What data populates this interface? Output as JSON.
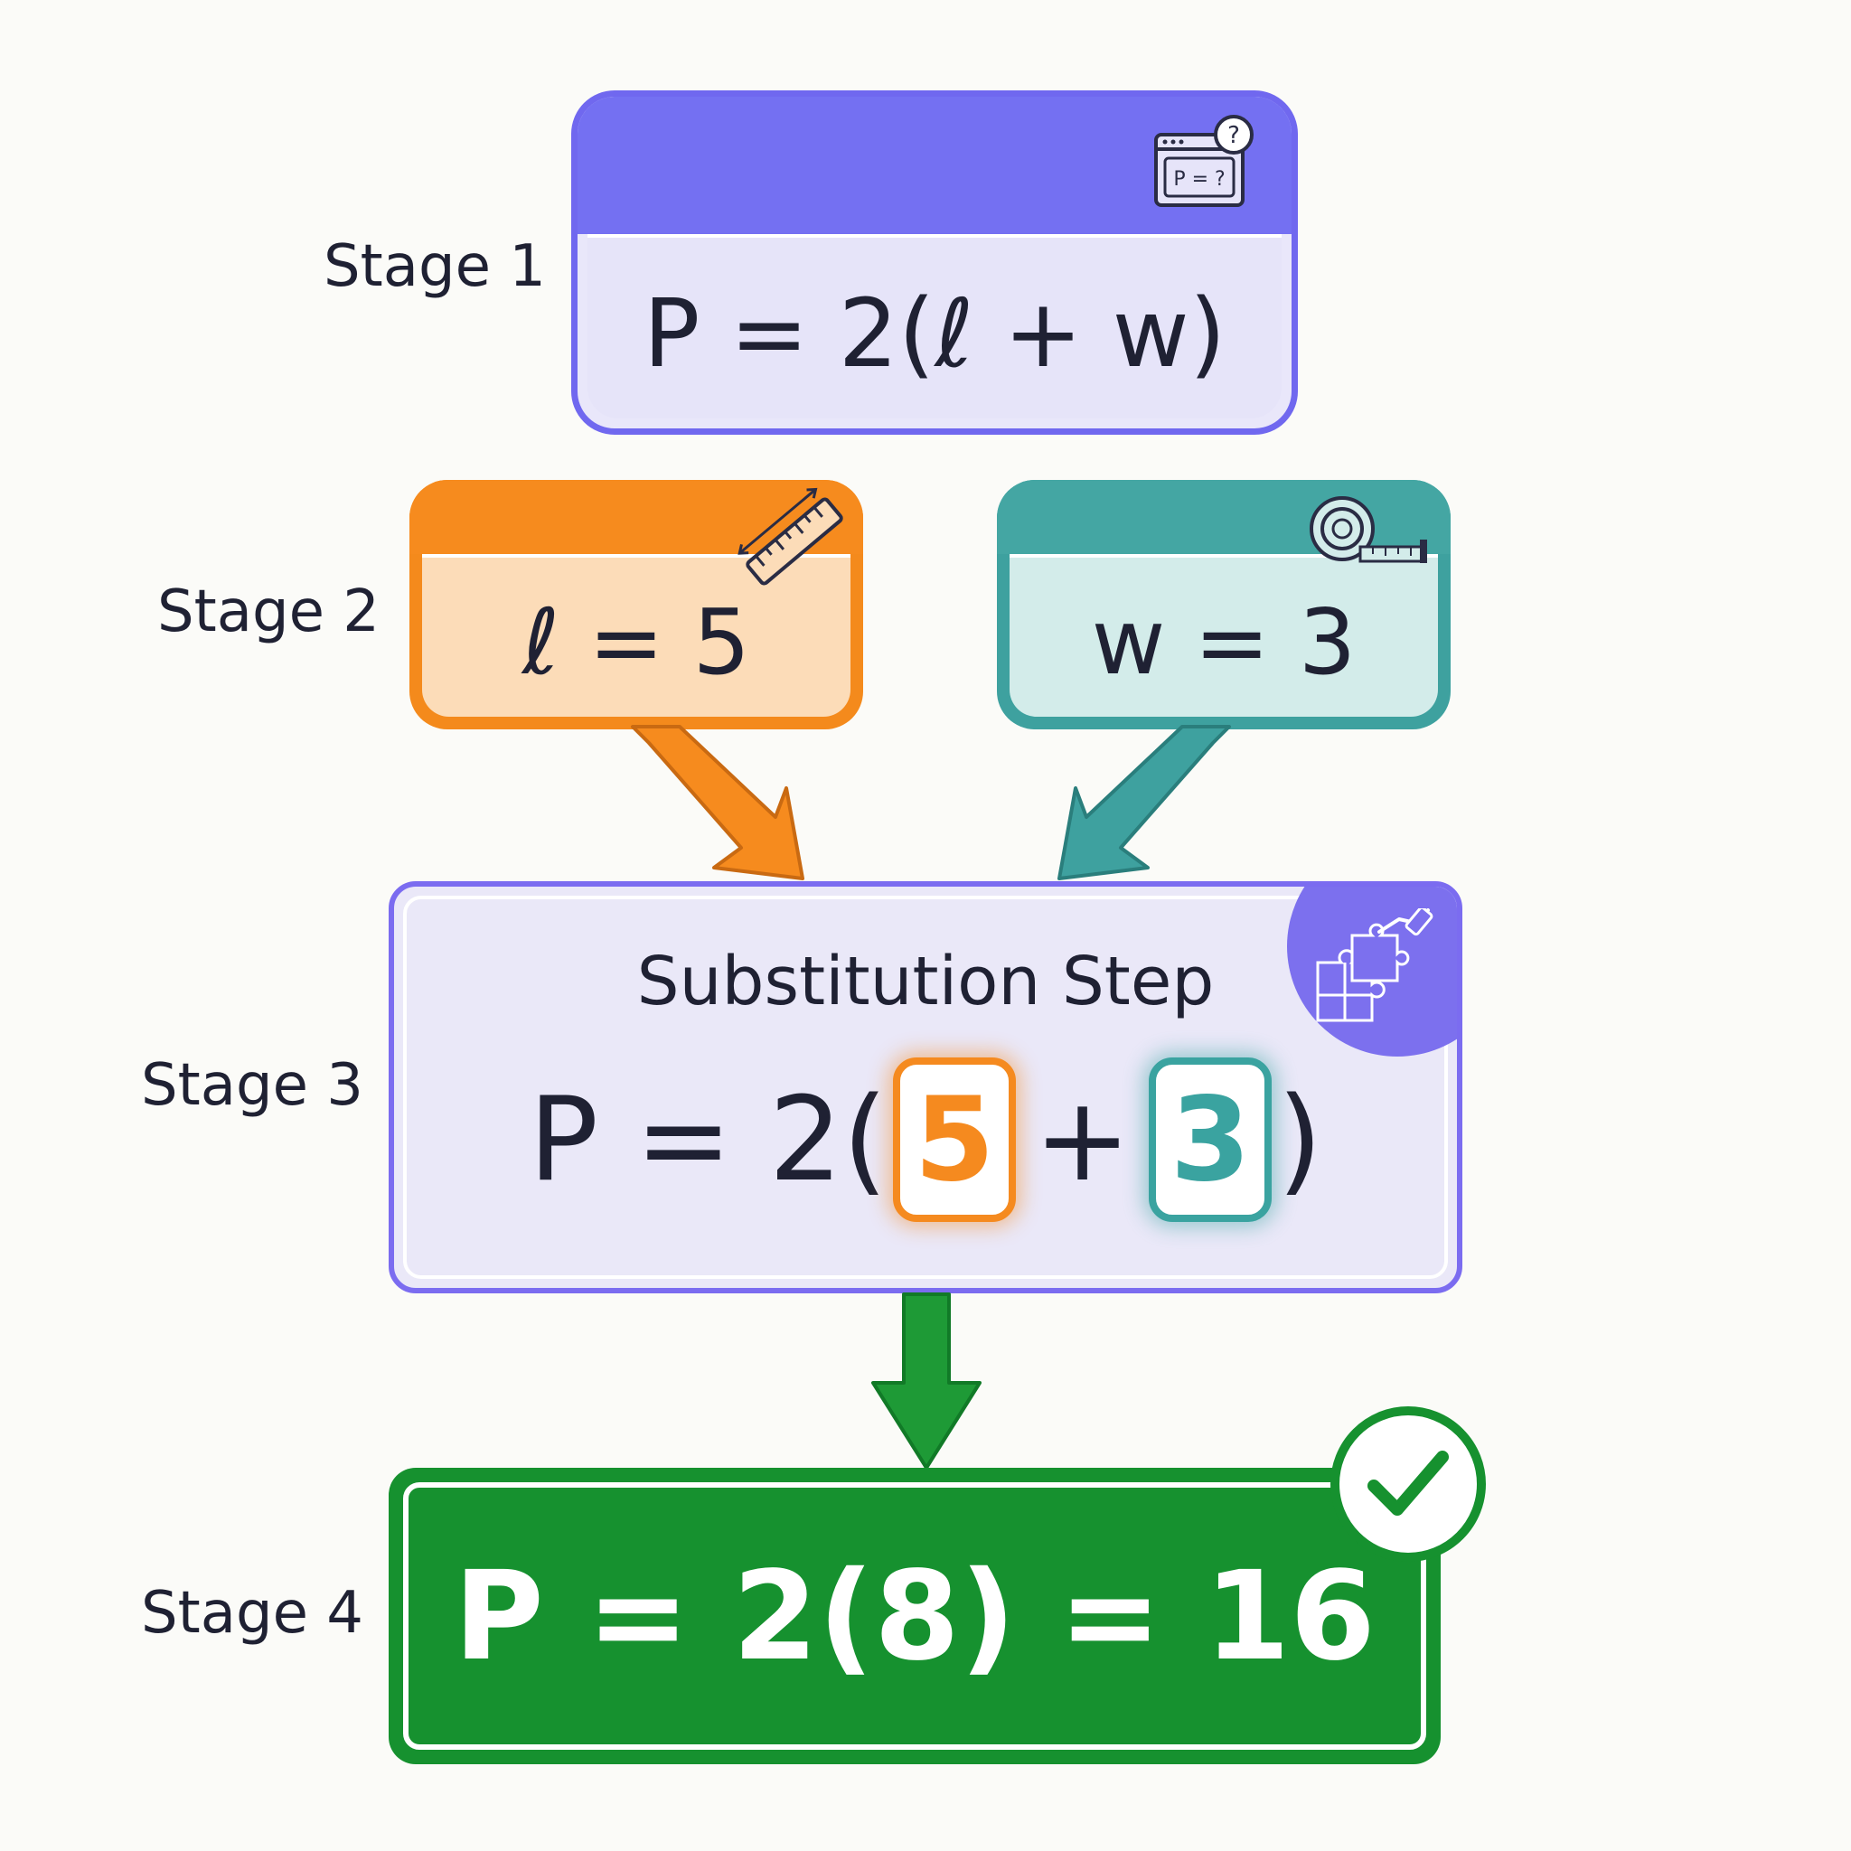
{
  "stages": {
    "stage1": {
      "label": "Stage 1",
      "formula": "P = 2(ℓ + w)",
      "icon": "formula-window-question-icon",
      "icon_text": "P = ?",
      "icon_badge": "?"
    },
    "stage2": {
      "label": "Stage 2",
      "length": {
        "formula": "ℓ = 5",
        "icon": "ruler-icon"
      },
      "width": {
        "formula": "w = 3",
        "icon": "tape-measure-icon"
      }
    },
    "stage3": {
      "label": "Stage 3",
      "title": "Substitution Step",
      "formula_prefix": "P = 2(",
      "length_value": "5",
      "plus": "+",
      "width_value": "3",
      "formula_suffix": ")",
      "icon": "hand-puzzle-icon"
    },
    "stage4": {
      "label": "Stage 4",
      "formula": "P = 2(8) = 16",
      "icon": "checkmark-icon"
    }
  },
  "colors": {
    "purple": "#7470f2",
    "orange": "#f68b1e",
    "teal": "#3ea19f",
    "green": "#16912f",
    "text": "#1f2133"
  }
}
